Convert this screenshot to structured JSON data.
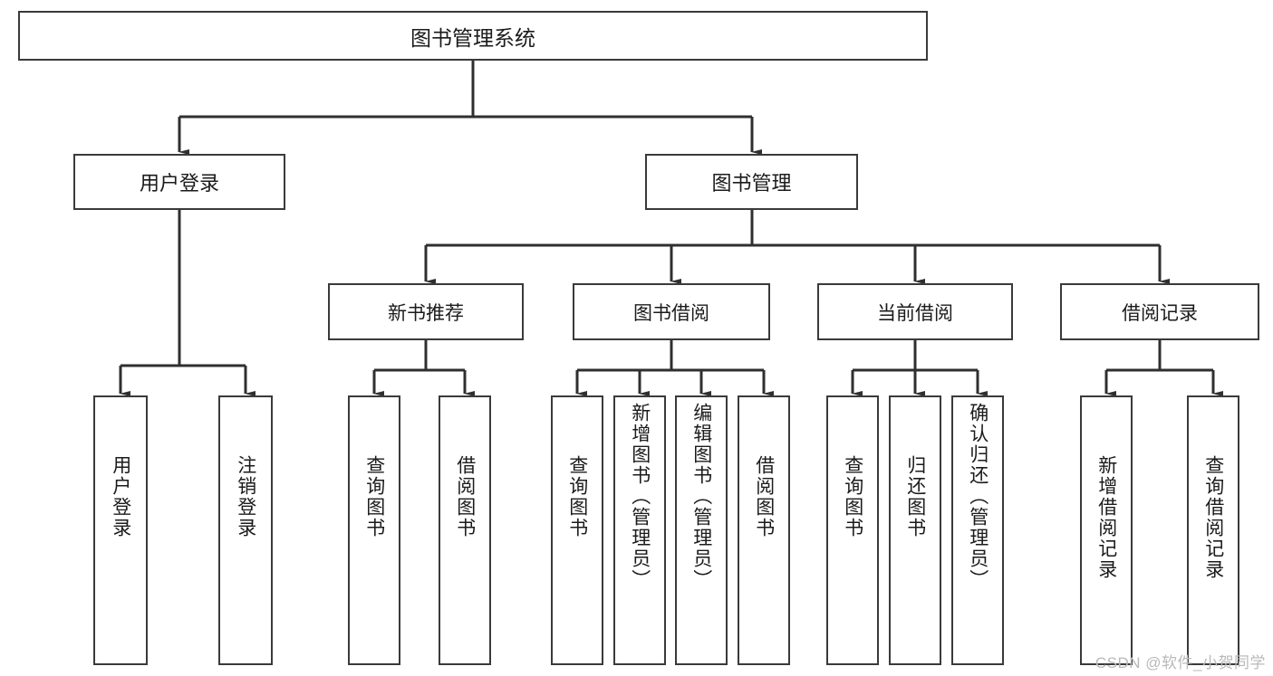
{
  "diagram": {
    "title": "图书管理系统",
    "type": "hierarchy-tree",
    "root": {
      "label": "图书管理系统"
    },
    "level2": [
      {
        "label": "用户登录"
      },
      {
        "label": "图书管理"
      }
    ],
    "level3": [
      {
        "label": "新书推荐"
      },
      {
        "label": "图书借阅"
      },
      {
        "label": "当前借阅"
      },
      {
        "label": "借阅记录"
      }
    ],
    "leaves": {
      "user_login": [
        {
          "label": "用户登录"
        },
        {
          "label": "注销登录"
        }
      ],
      "new_book_recommend": [
        {
          "label": "查询图书"
        },
        {
          "label": "借阅图书"
        }
      ],
      "book_borrow": [
        {
          "label": "查询图书"
        },
        {
          "label": "新增图书（管理员）"
        },
        {
          "label": "编辑图书（管理员）"
        },
        {
          "label": "借阅图书"
        }
      ],
      "current_borrow": [
        {
          "label": "查询图书"
        },
        {
          "label": "归还图书"
        },
        {
          "label": "确认归还（管理员）"
        }
      ],
      "borrow_record": [
        {
          "label": "新增借阅记录"
        },
        {
          "label": "查询借阅记录"
        }
      ]
    }
  },
  "watermark": {
    "text": "CSDN @软件_小贺同学"
  },
  "colors": {
    "box_border": "#3a3a3a",
    "box_fill": "#ffffff",
    "text": "#1b1b1b",
    "connector": "#2f2f2f",
    "watermark": "#b9b9b9"
  }
}
